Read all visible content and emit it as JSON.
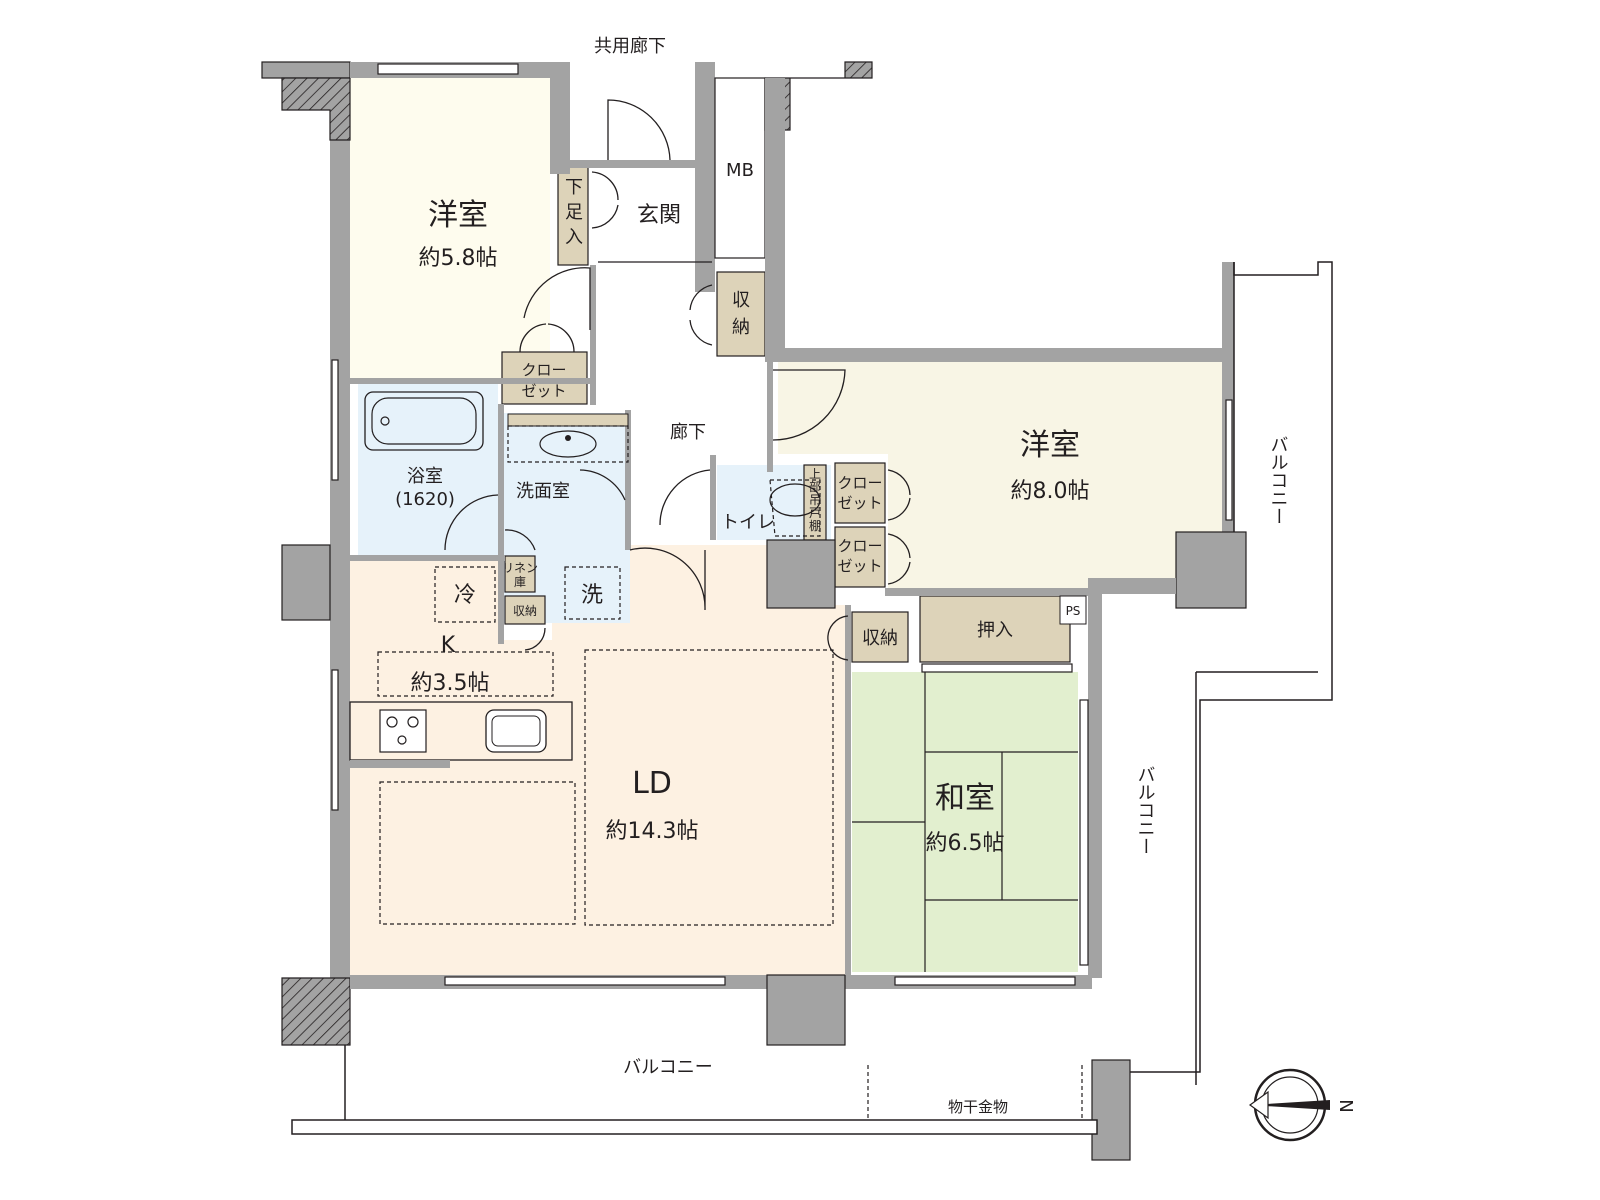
{
  "labels": {
    "common_corridor": "共用廊下",
    "mb": "MB",
    "entrance": "玄関",
    "shoe_closet": [
      "下",
      "足",
      "入"
    ],
    "western_room_1": "洋室",
    "western_room_1_size": "約5.8帖",
    "storage_1": [
      "収",
      "納"
    ],
    "closet_1": [
      "クロー",
      "ゼット"
    ],
    "hallway": "廊下",
    "western_room_2": "洋室",
    "western_room_2_size": "約8.0帖",
    "bathroom": "浴室",
    "bathroom_size": "(1620)",
    "washroom": "洗面室",
    "toilet": "トイレ",
    "upper_shelf": [
      "上",
      "部",
      "吊",
      "戸",
      "棚"
    ],
    "closet_2": [
      "クロー",
      "ゼット"
    ],
    "closet_3": [
      "クロー",
      "ゼット"
    ],
    "linen": [
      "リネン",
      "庫"
    ],
    "storage_small": "収納",
    "fridge": "冷",
    "washer": "洗",
    "kitchen": "K",
    "kitchen_size": "約3.5帖",
    "storage_2": "収納",
    "oshiire": "押入",
    "ps": "PS",
    "ld": "LD",
    "ld_size": "約14.3帖",
    "japanese_room": "和室",
    "japanese_room_size": "約6.5帖",
    "balcony_south": "バルコニー",
    "balcony_east_upper": "バルコニー",
    "balcony_east_lower": "バルコニー",
    "clothes_hanger": "物干金物",
    "compass_north": "N"
  },
  "colors": {
    "western_room": "#fefcee",
    "western_room_2": "#f8f5e5",
    "wet_area": "#e6f2fa",
    "ldk": "#fdf1e2",
    "japanese_room": "#e2efcf",
    "storage": "#ddd3b9",
    "wall": "#a3a3a3",
    "line": "#231f20"
  }
}
